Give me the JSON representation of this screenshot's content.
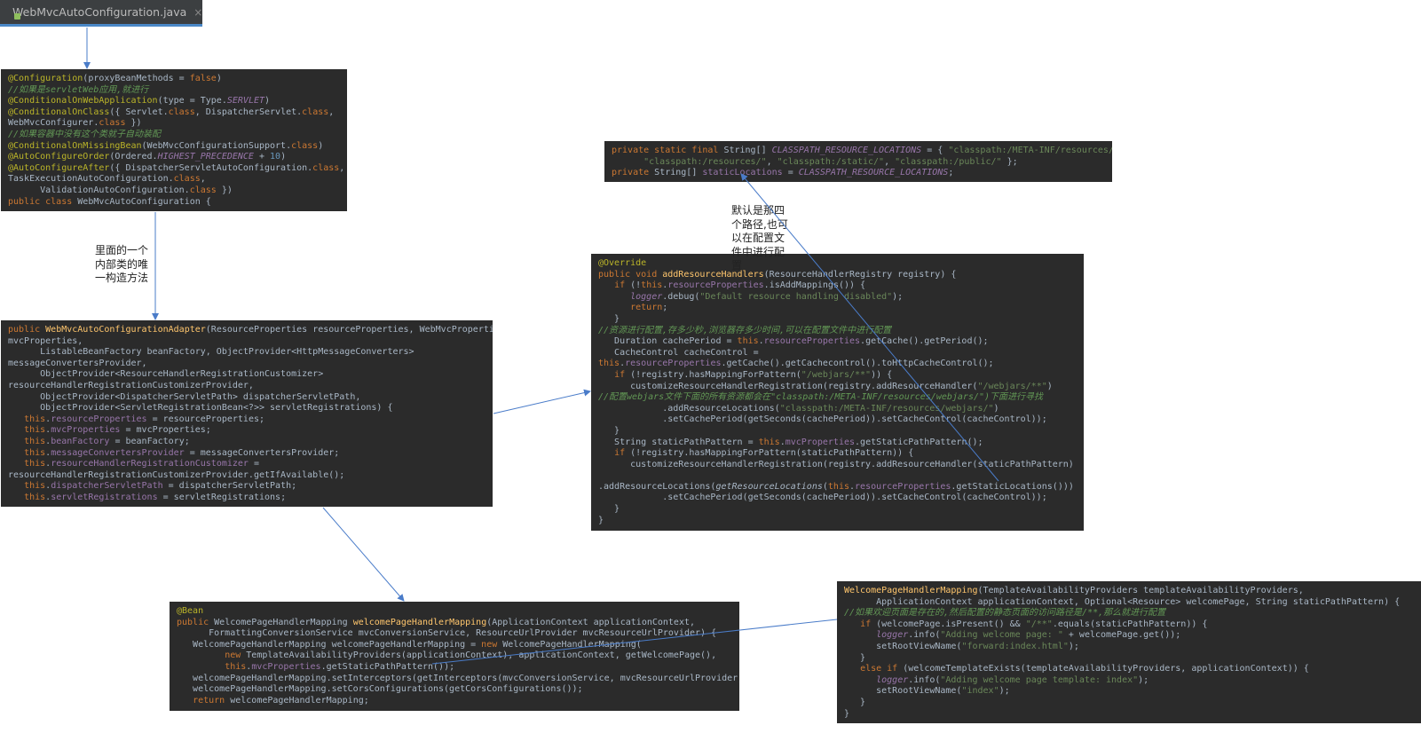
{
  "tab": {
    "title": "WebMvcAutoConfiguration.java",
    "close": "×"
  },
  "notes": {
    "inner_class": "里面的一个\n内部类的唯\n一构造方法",
    "default_paths": "默认是那四\n个路径,也可\n以在配置文\n件中进行配\n置"
  },
  "code": {
    "config_class": [
      [
        [
          "a",
          "@Configuration"
        ],
        [
          "p",
          "(proxyBeanMethods = "
        ],
        [
          "k",
          "false"
        ],
        [
          "p",
          ")"
        ]
      ],
      [
        [
          "c",
          "//如果是servletWeb应用,就进行"
        ]
      ],
      [
        [
          "a",
          "@ConditionalOnWebApplication"
        ],
        [
          "p",
          "(type = Type."
        ],
        [
          "fi",
          "SERVLET"
        ],
        [
          "p",
          ")"
        ]
      ],
      [
        [
          "a",
          "@ConditionalOnClass"
        ],
        [
          "p",
          "({ Servlet."
        ],
        [
          "k",
          "class"
        ],
        [
          "p",
          ", DispatcherServlet."
        ],
        [
          "k",
          "class"
        ],
        [
          "p",
          ","
        ]
      ],
      [
        [
          "p",
          "WebMvcConfigurer."
        ],
        [
          "k",
          "class"
        ],
        [
          "p",
          " })"
        ]
      ],
      [
        [
          "c",
          "//如果容器中没有这个类就子自动装配"
        ]
      ],
      [
        [
          "a",
          "@ConditionalOnMissingBean"
        ],
        [
          "p",
          "(WebMvcConfigurationSupport."
        ],
        [
          "k",
          "class"
        ],
        [
          "p",
          ")"
        ]
      ],
      [
        [
          "a",
          "@AutoConfigureOrder"
        ],
        [
          "p",
          "(Ordered."
        ],
        [
          "fi",
          "HIGHEST_PRECEDENCE"
        ],
        [
          "p",
          " + "
        ],
        [
          "n",
          "10"
        ],
        [
          "p",
          ")"
        ]
      ],
      [
        [
          "a",
          "@AutoConfigureAfter"
        ],
        [
          "p",
          "({ DispatcherServletAutoConfiguration."
        ],
        [
          "k",
          "class"
        ],
        [
          "p",
          ","
        ]
      ],
      [
        [
          "p",
          "TaskExecutionAutoConfiguration."
        ],
        [
          "k",
          "class"
        ],
        [
          "p",
          ","
        ]
      ],
      [
        [
          "p",
          "      ValidationAutoConfiguration."
        ],
        [
          "k",
          "class"
        ],
        [
          "p",
          " })"
        ]
      ],
      [
        [
          "k",
          "public class "
        ],
        [
          "p",
          "WebMvcAutoConfiguration {"
        ]
      ]
    ],
    "adapter_ctor": [
      [
        [
          "k",
          "public "
        ],
        [
          "m",
          "WebMvcAutoConfigurationAdapter"
        ],
        [
          "p",
          "(ResourceProperties resourceProperties, WebMvcProperties"
        ]
      ],
      [
        [
          "p",
          "mvcProperties,"
        ]
      ],
      [
        [
          "p",
          "      ListableBeanFactory beanFactory, ObjectProvider<HttpMessageConverters>"
        ]
      ],
      [
        [
          "p",
          "messageConvertersProvider,"
        ]
      ],
      [
        [
          "p",
          "      ObjectProvider<ResourceHandlerRegistrationCustomizer>"
        ]
      ],
      [
        [
          "p",
          "resourceHandlerRegistrationCustomizerProvider,"
        ]
      ],
      [
        [
          "p",
          "      ObjectProvider<DispatcherServletPath> dispatcherServletPath,"
        ]
      ],
      [
        [
          "p",
          "      ObjectProvider<ServletRegistrationBean<?>> servletRegistrations) {"
        ]
      ],
      [
        [
          "p",
          "   "
        ],
        [
          "k",
          "this"
        ],
        [
          "p",
          "."
        ],
        [
          "f",
          "resourceProperties"
        ],
        [
          "p",
          " = resourceProperties;"
        ]
      ],
      [
        [
          "p",
          "   "
        ],
        [
          "k",
          "this"
        ],
        [
          "p",
          "."
        ],
        [
          "f",
          "mvcProperties"
        ],
        [
          "p",
          " = mvcProperties;"
        ]
      ],
      [
        [
          "p",
          "   "
        ],
        [
          "k",
          "this"
        ],
        [
          "p",
          "."
        ],
        [
          "f",
          "beanFactory"
        ],
        [
          "p",
          " = beanFactory;"
        ]
      ],
      [
        [
          "p",
          "   "
        ],
        [
          "k",
          "this"
        ],
        [
          "p",
          "."
        ],
        [
          "f",
          "messageConvertersProvider"
        ],
        [
          "p",
          " = messageConvertersProvider;"
        ]
      ],
      [
        [
          "p",
          "   "
        ],
        [
          "k",
          "this"
        ],
        [
          "p",
          "."
        ],
        [
          "f",
          "resourceHandlerRegistrationCustomizer"
        ],
        [
          "p",
          " ="
        ]
      ],
      [
        [
          "p",
          "resourceHandlerRegistrationCustomizerProvider.getIfAvailable();"
        ]
      ],
      [
        [
          "p",
          "   "
        ],
        [
          "k",
          "this"
        ],
        [
          "p",
          "."
        ],
        [
          "f",
          "dispatcherServletPath"
        ],
        [
          "p",
          " = dispatcherServletPath;"
        ]
      ],
      [
        [
          "p",
          "   "
        ],
        [
          "k",
          "this"
        ],
        [
          "p",
          "."
        ],
        [
          "f",
          "servletRegistrations"
        ],
        [
          "p",
          " = servletRegistrations;"
        ]
      ]
    ],
    "resource_locations": [
      [
        [
          "k",
          "private static final "
        ],
        [
          "p",
          "String[] "
        ],
        [
          "fi",
          "CLASSPATH_RESOURCE_LOCATIONS"
        ],
        [
          "p",
          " = { "
        ],
        [
          "s",
          "\"classpath:/META-INF/resources/\""
        ],
        [
          "p",
          ","
        ]
      ],
      [
        [
          "p",
          "      "
        ],
        [
          "s",
          "\"classpath:/resources/\""
        ],
        [
          "p",
          ", "
        ],
        [
          "s",
          "\"classpath:/static/\""
        ],
        [
          "p",
          ", "
        ],
        [
          "s",
          "\"classpath:/public/\""
        ],
        [
          "p",
          " };"
        ]
      ],
      [
        [
          "k",
          "private "
        ],
        [
          "p",
          "String[] "
        ],
        [
          "f",
          "staticLocations"
        ],
        [
          "p",
          " = "
        ],
        [
          "fi",
          "CLASSPATH_RESOURCE_LOCATIONS"
        ],
        [
          "p",
          ";"
        ]
      ]
    ],
    "add_resource_handlers": [
      [
        [
          "a",
          "@Override"
        ]
      ],
      [
        [
          "k",
          "public void "
        ],
        [
          "m",
          "addResourceHandlers"
        ],
        [
          "p",
          "(ResourceHandlerRegistry registry) {"
        ]
      ],
      [
        [
          "p",
          "   "
        ],
        [
          "k",
          "if "
        ],
        [
          "p",
          "(!"
        ],
        [
          "k",
          "this"
        ],
        [
          "p",
          "."
        ],
        [
          "f",
          "resourceProperties"
        ],
        [
          "p",
          ".isAddMappings()) {"
        ]
      ],
      [
        [
          "p",
          "      "
        ],
        [
          "fi",
          "logger"
        ],
        [
          "p",
          ".debug("
        ],
        [
          "s",
          "\"Default resource handling disabled\""
        ],
        [
          "p",
          ");"
        ]
      ],
      [
        [
          "p",
          "      "
        ],
        [
          "k",
          "return"
        ],
        [
          "p",
          ";"
        ]
      ],
      [
        [
          "p",
          "   }"
        ]
      ],
      [
        [
          "c",
          "//资源进行配置,存多少秒,浏览器存多少时间,可以在配置文件中进行配置"
        ]
      ],
      [
        [
          "p",
          "   Duration cachePeriod = "
        ],
        [
          "k",
          "this"
        ],
        [
          "p",
          "."
        ],
        [
          "f",
          "resourceProperties"
        ],
        [
          "p",
          ".getCache().getPeriod();"
        ]
      ],
      [
        [
          "p",
          "   CacheControl cacheControl ="
        ]
      ],
      [
        [
          "k",
          "this"
        ],
        [
          "p",
          "."
        ],
        [
          "f",
          "resourceProperties"
        ],
        [
          "p",
          ".getCache().getCachecontrol().toHttpCacheControl();"
        ]
      ],
      [
        [
          "p",
          "   "
        ],
        [
          "k",
          "if "
        ],
        [
          "p",
          "(!registry.hasMappingForPattern("
        ],
        [
          "s",
          "\"/webjars/**\""
        ],
        [
          "p",
          ")) {"
        ]
      ],
      [
        [
          "p",
          "      customizeResourceHandlerRegistration(registry.addResourceHandler("
        ],
        [
          "s",
          "\"/webjars/**\""
        ],
        [
          "p",
          ")"
        ]
      ],
      [
        [
          "c",
          "//配置webjars文件下面的所有资源都会在\"classpath:/META-INF/resources/webjars/\")下面进行寻找"
        ]
      ],
      [
        [
          "p",
          "            .addResourceLocations("
        ],
        [
          "s",
          "\"classpath:/META-INF/resources/webjars/\""
        ],
        [
          "p",
          ")"
        ]
      ],
      [
        [
          "p",
          "            .setCachePeriod(getSeconds(cachePeriod)).setCacheControl(cacheControl));"
        ]
      ],
      [
        [
          "p",
          "   }"
        ]
      ],
      [
        [
          "p",
          "   String staticPathPattern = "
        ],
        [
          "k",
          "this"
        ],
        [
          "p",
          "."
        ],
        [
          "f",
          "mvcProperties"
        ],
        [
          "p",
          ".getStaticPathPattern();"
        ]
      ],
      [
        [
          "p",
          "   "
        ],
        [
          "k",
          "if "
        ],
        [
          "p",
          "(!registry.hasMappingForPattern(staticPathPattern)) {"
        ]
      ],
      [
        [
          "p",
          "      customizeResourceHandlerRegistration(registry.addResourceHandler(staticPathPattern)"
        ]
      ],
      [
        [
          "p",
          ""
        ]
      ],
      [
        [
          "p",
          ".addResourceLocations("
        ],
        [
          "i",
          "getResourceLocations"
        ],
        [
          "p",
          "("
        ],
        [
          "k",
          "this"
        ],
        [
          "p",
          "."
        ],
        [
          "f",
          "resourceProperties"
        ],
        [
          "p",
          ".getStaticLocations()))"
        ]
      ],
      [
        [
          "p",
          "            .setCachePeriod(getSeconds(cachePeriod)).setCacheControl(cacheControl));"
        ]
      ],
      [
        [
          "p",
          "   }"
        ]
      ],
      [
        [
          "p",
          "}"
        ]
      ]
    ],
    "welcome_bean": [
      [
        [
          "a",
          "@Bean"
        ]
      ],
      [
        [
          "k",
          "public "
        ],
        [
          "p",
          "WelcomePageHandlerMapping "
        ],
        [
          "m",
          "welcomePageHandlerMapping"
        ],
        [
          "p",
          "(ApplicationContext applicationContext,"
        ]
      ],
      [
        [
          "p",
          "      FormattingConversionService mvcConversionService, ResourceUrlProvider mvcResourceUrlProvider) {"
        ]
      ],
      [
        [
          "p",
          "   WelcomePageHandlerMapping welcomePageHandlerMapping = "
        ],
        [
          "k",
          "new "
        ],
        [
          "p",
          "WelcomePageHandlerMapping("
        ]
      ],
      [
        [
          "p",
          "         "
        ],
        [
          "k",
          "new "
        ],
        [
          "p",
          "TemplateAvailabilityProviders(applicationContext), applicationContext, getWelcomePage(),"
        ]
      ],
      [
        [
          "p",
          "         "
        ],
        [
          "k",
          "this"
        ],
        [
          "p",
          "."
        ],
        [
          "f",
          "mvcProperties"
        ],
        [
          "p",
          ".getStaticPathPattern());"
        ]
      ],
      [
        [
          "p",
          "   welcomePageHandlerMapping.setInterceptors(getInterceptors(mvcConversionService, mvcResourceUrlProvider));"
        ]
      ],
      [
        [
          "p",
          "   welcomePageHandlerMapping.setCorsConfigurations(getCorsConfigurations());"
        ]
      ],
      [
        [
          "p",
          "   "
        ],
        [
          "k",
          "return "
        ],
        [
          "p",
          "welcomePageHandlerMapping;"
        ]
      ]
    ],
    "welcome_ctor": [
      [
        [
          "m",
          "WelcomePageHandlerMapping"
        ],
        [
          "p",
          "(TemplateAvailabilityProviders templateAvailabilityProviders,"
        ]
      ],
      [
        [
          "p",
          "      ApplicationContext applicationContext, Optional<Resource> welcomePage, String staticPathPattern) {"
        ]
      ],
      [
        [
          "c",
          "//如果欢迎页面是存在的,然后配置的静态页面的访问路径是/**,那么就进行配置"
        ]
      ],
      [
        [
          "p",
          "   "
        ],
        [
          "k",
          "if "
        ],
        [
          "p",
          "(welcomePage.isPresent() && "
        ],
        [
          "s",
          "\"/**\""
        ],
        [
          "p",
          ".equals(staticPathPattern)) {"
        ]
      ],
      [
        [
          "p",
          "      "
        ],
        [
          "fi",
          "logger"
        ],
        [
          "p",
          ".info("
        ],
        [
          "s",
          "\"Adding welcome page: \""
        ],
        [
          "p",
          " + welcomePage.get());"
        ]
      ],
      [
        [
          "p",
          "      setRootViewName("
        ],
        [
          "s",
          "\"forward:index.html\""
        ],
        [
          "p",
          ");"
        ]
      ],
      [
        [
          "p",
          "   }"
        ]
      ],
      [
        [
          "p",
          "   "
        ],
        [
          "k",
          "else if "
        ],
        [
          "p",
          "(welcomeTemplateExists(templateAvailabilityProviders, applicationContext)) {"
        ]
      ],
      [
        [
          "p",
          "      "
        ],
        [
          "fi",
          "logger"
        ],
        [
          "p",
          ".info("
        ],
        [
          "s",
          "\"Adding welcome page template: index\""
        ],
        [
          "p",
          ");"
        ]
      ],
      [
        [
          "p",
          "      setRootViewName("
        ],
        [
          "s",
          "\"index\""
        ],
        [
          "p",
          ");"
        ]
      ],
      [
        [
          "p",
          "   }"
        ]
      ],
      [
        [
          "p",
          "}"
        ]
      ]
    ]
  },
  "colors": {
    "arrow": "#4a7cc9",
    "panel": "#2b2b2b",
    "tab_accent": "#4a88c7"
  }
}
